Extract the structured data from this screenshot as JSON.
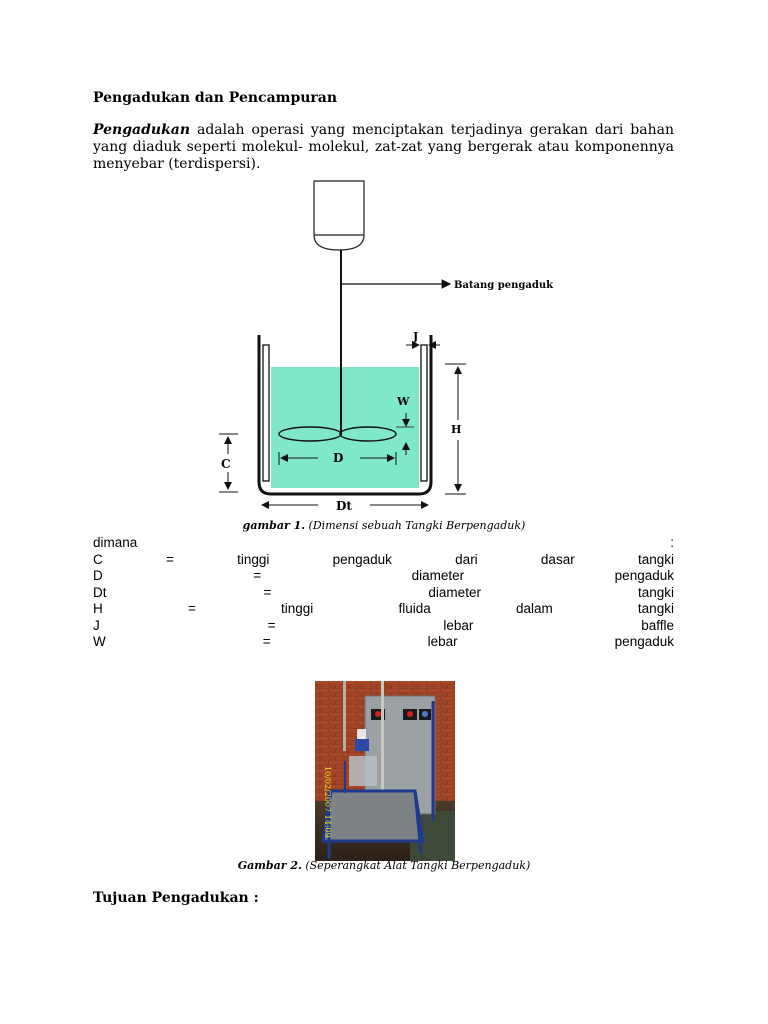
{
  "heading": "Pengadukan dan Pencampuran",
  "intro": {
    "term": "Pengadukan",
    "text": " adalah operasi yang menciptakan terjadinya gerakan dari bahan yang diaduk seperti molekul- molekul, zat-zat yang bergerak atau komponennya menyebar (terdispersi)."
  },
  "figure1": {
    "labels": {
      "shaft": "Batang pengaduk",
      "J": "J",
      "W": "W",
      "H": "H",
      "C": "C",
      "D": "D",
      "Dt": "Dt"
    },
    "caption_bold": "gambar 1.",
    "caption_text": " (Dimensi sebuah Tangki Berpengaduk)",
    "colors": {
      "liquid": "#7fe8c8",
      "tank": "#111111"
    }
  },
  "definitions": {
    "intro_left": "dimana",
    "intro_right": ":",
    "rows": [
      [
        "C",
        "=",
        "tinggi",
        "pengaduk",
        "dari",
        "dasar",
        "tangki"
      ],
      [
        "D",
        "=",
        "diameter",
        "pengaduk"
      ],
      [
        "Dt",
        "=",
        "diameter",
        "tangki"
      ],
      [
        "H",
        "=",
        "tinggi",
        "fluida",
        "dalam",
        "tangki"
      ],
      [
        "J",
        "=",
        "lebar",
        "baffle"
      ],
      [
        "W",
        "=",
        "lebar",
        "pengaduk"
      ]
    ]
  },
  "figure2": {
    "timestamp": "10/02/2007 14:09",
    "caption_bold": "Gambar 2.",
    "caption_text": " (Seperangkat Alat Tangki Berpengaduk)"
  },
  "heading2": "Tujuan Pengadukan :"
}
